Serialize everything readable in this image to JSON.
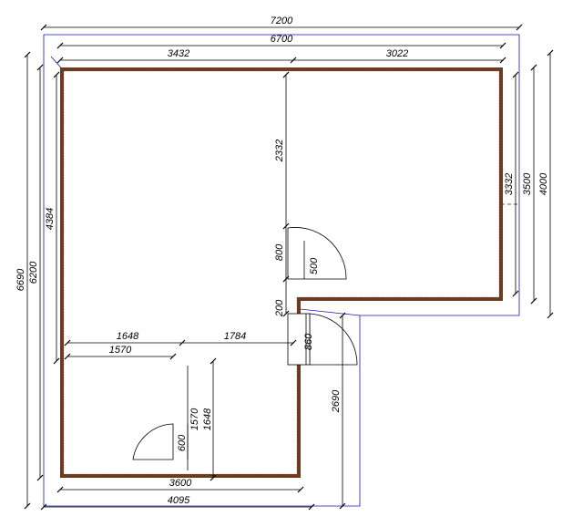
{
  "dimensions": {
    "overall_width": "7200",
    "inner_width": "6700",
    "left_room_width": "3432",
    "right_room_width": "3022",
    "left_height_outer": "6690",
    "left_height_inner": "6200",
    "left_room_height": "4384",
    "right_height_outer": "4000",
    "right_height_mid": "3500",
    "right_room_height": "3332",
    "wall_segment_upper": "2332",
    "door_opening": "800",
    "door_leaf": "500",
    "wall_segment_small": "200",
    "door_lower": "860",
    "lower_wall": "2690",
    "bottom_width_inner": "3600",
    "bottom_width_outer": "4095",
    "corridor_width_a": "1648",
    "corridor_width_b": "1784",
    "small_room_width": "1570",
    "small_room_height_a": "1570",
    "small_room_height_b": "1648",
    "small_door": "600"
  }
}
